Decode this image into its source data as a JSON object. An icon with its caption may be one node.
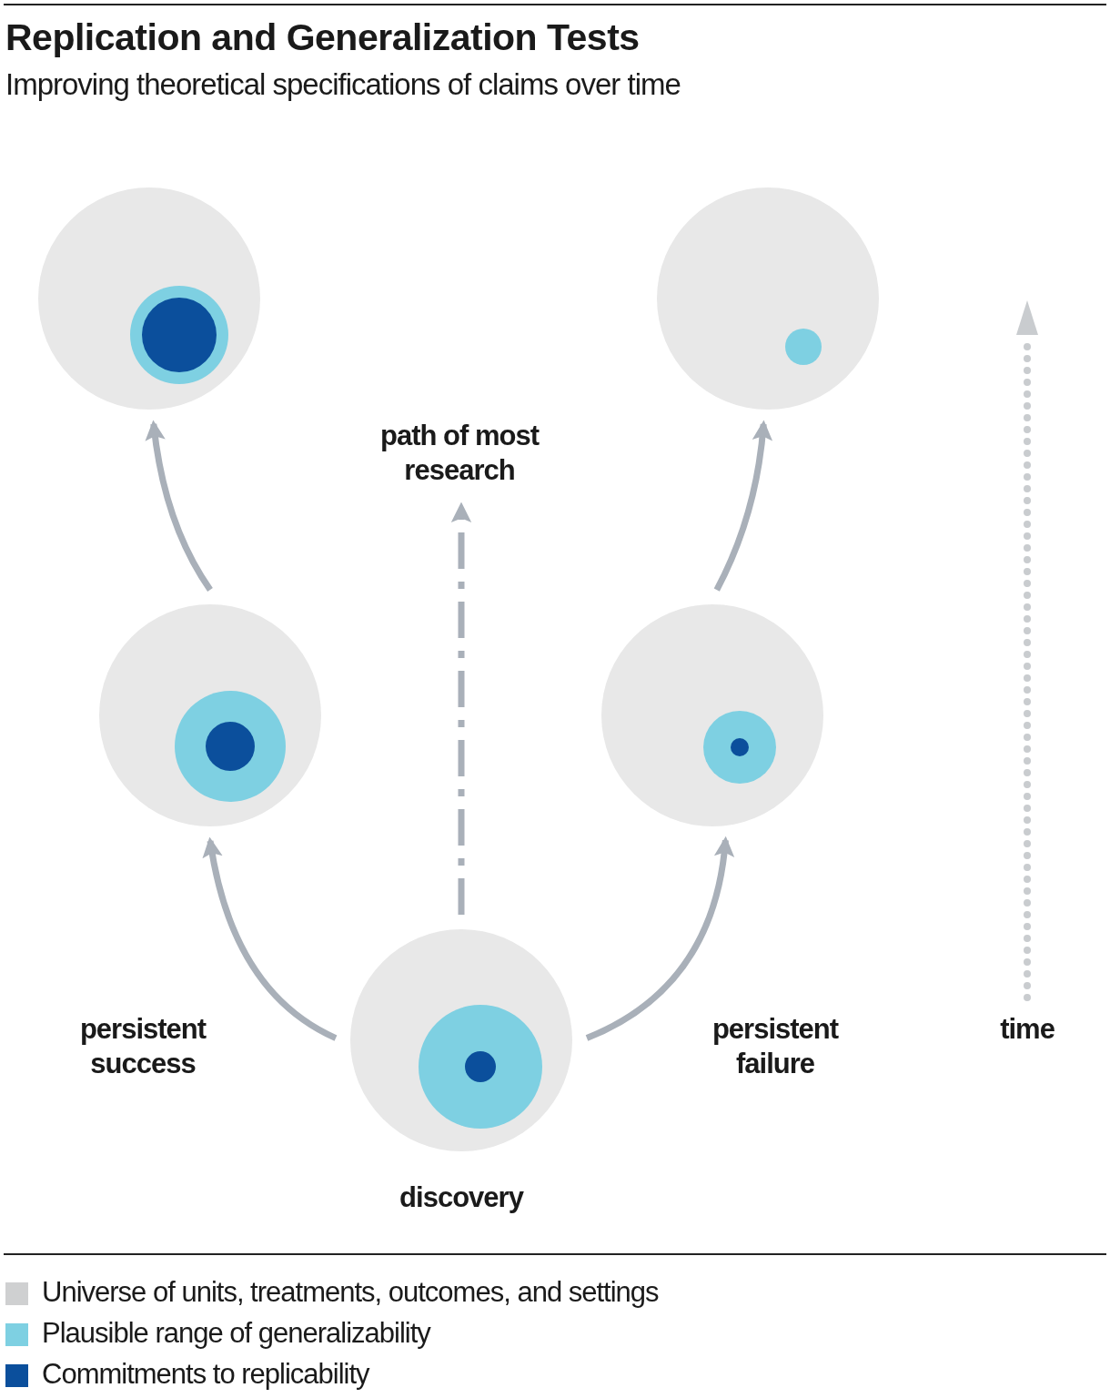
{
  "diagram": {
    "title": "Replication and Generalization Tests",
    "caption": "Improving theoretical specifications of claims over time",
    "nodes": [
      {
        "text": [],
        "shape": "circle"
      },
      {
        "text": [],
        "shape": "circle",
        "in": 0
      },
      {
        "text": [],
        "shape": "circle",
        "in": 1
      },
      {
        "text": [],
        "shape": "circle"
      },
      {
        "text": [],
        "shape": "circle",
        "in": 3
      },
      {
        "text": [],
        "shape": "circle"
      },
      {
        "text": [],
        "shape": "circle",
        "in": 5
      },
      {
        "text": [],
        "shape": "circle",
        "in": 6
      },
      {
        "text": [],
        "shape": "circle"
      },
      {
        "text": [],
        "shape": "circle",
        "in": 8
      },
      {
        "text": [],
        "shape": "circle",
        "in": 9
      },
      {
        "text": [],
        "shape": "circle",
        "beside": [
          "discovery"
        ]
      },
      {
        "text": [],
        "shape": "circle",
        "in": 11
      },
      {
        "text": [],
        "shape": "circle",
        "in": 12
      }
    ],
    "edges": [
      {
        "from": 11,
        "to": 5,
        "arrow": "to",
        "label": "persistent success"
      },
      {
        "from": 5,
        "to": 0,
        "arrow": "to"
      },
      {
        "from": 11,
        "to": 8,
        "arrow": "to",
        "label": "persistent failure"
      },
      {
        "from": 8,
        "to": 3,
        "arrow": "to"
      },
      {
        "from": 11,
        "to": null,
        "arrow": "to",
        "label": "path of most research",
        "style": "dashed"
      }
    ],
    "labels": [
      "time"
    ],
    "legend": [
      {
        "text": "Universe of units, treatments, outcomes, and settings",
        "color": "#cfd0d1"
      },
      {
        "text": "Plausible range of generalizability",
        "color": "#7ed0e2"
      },
      {
        "text": "Commitments to replicability",
        "color": "#0b4f9c"
      }
    ]
  }
}
